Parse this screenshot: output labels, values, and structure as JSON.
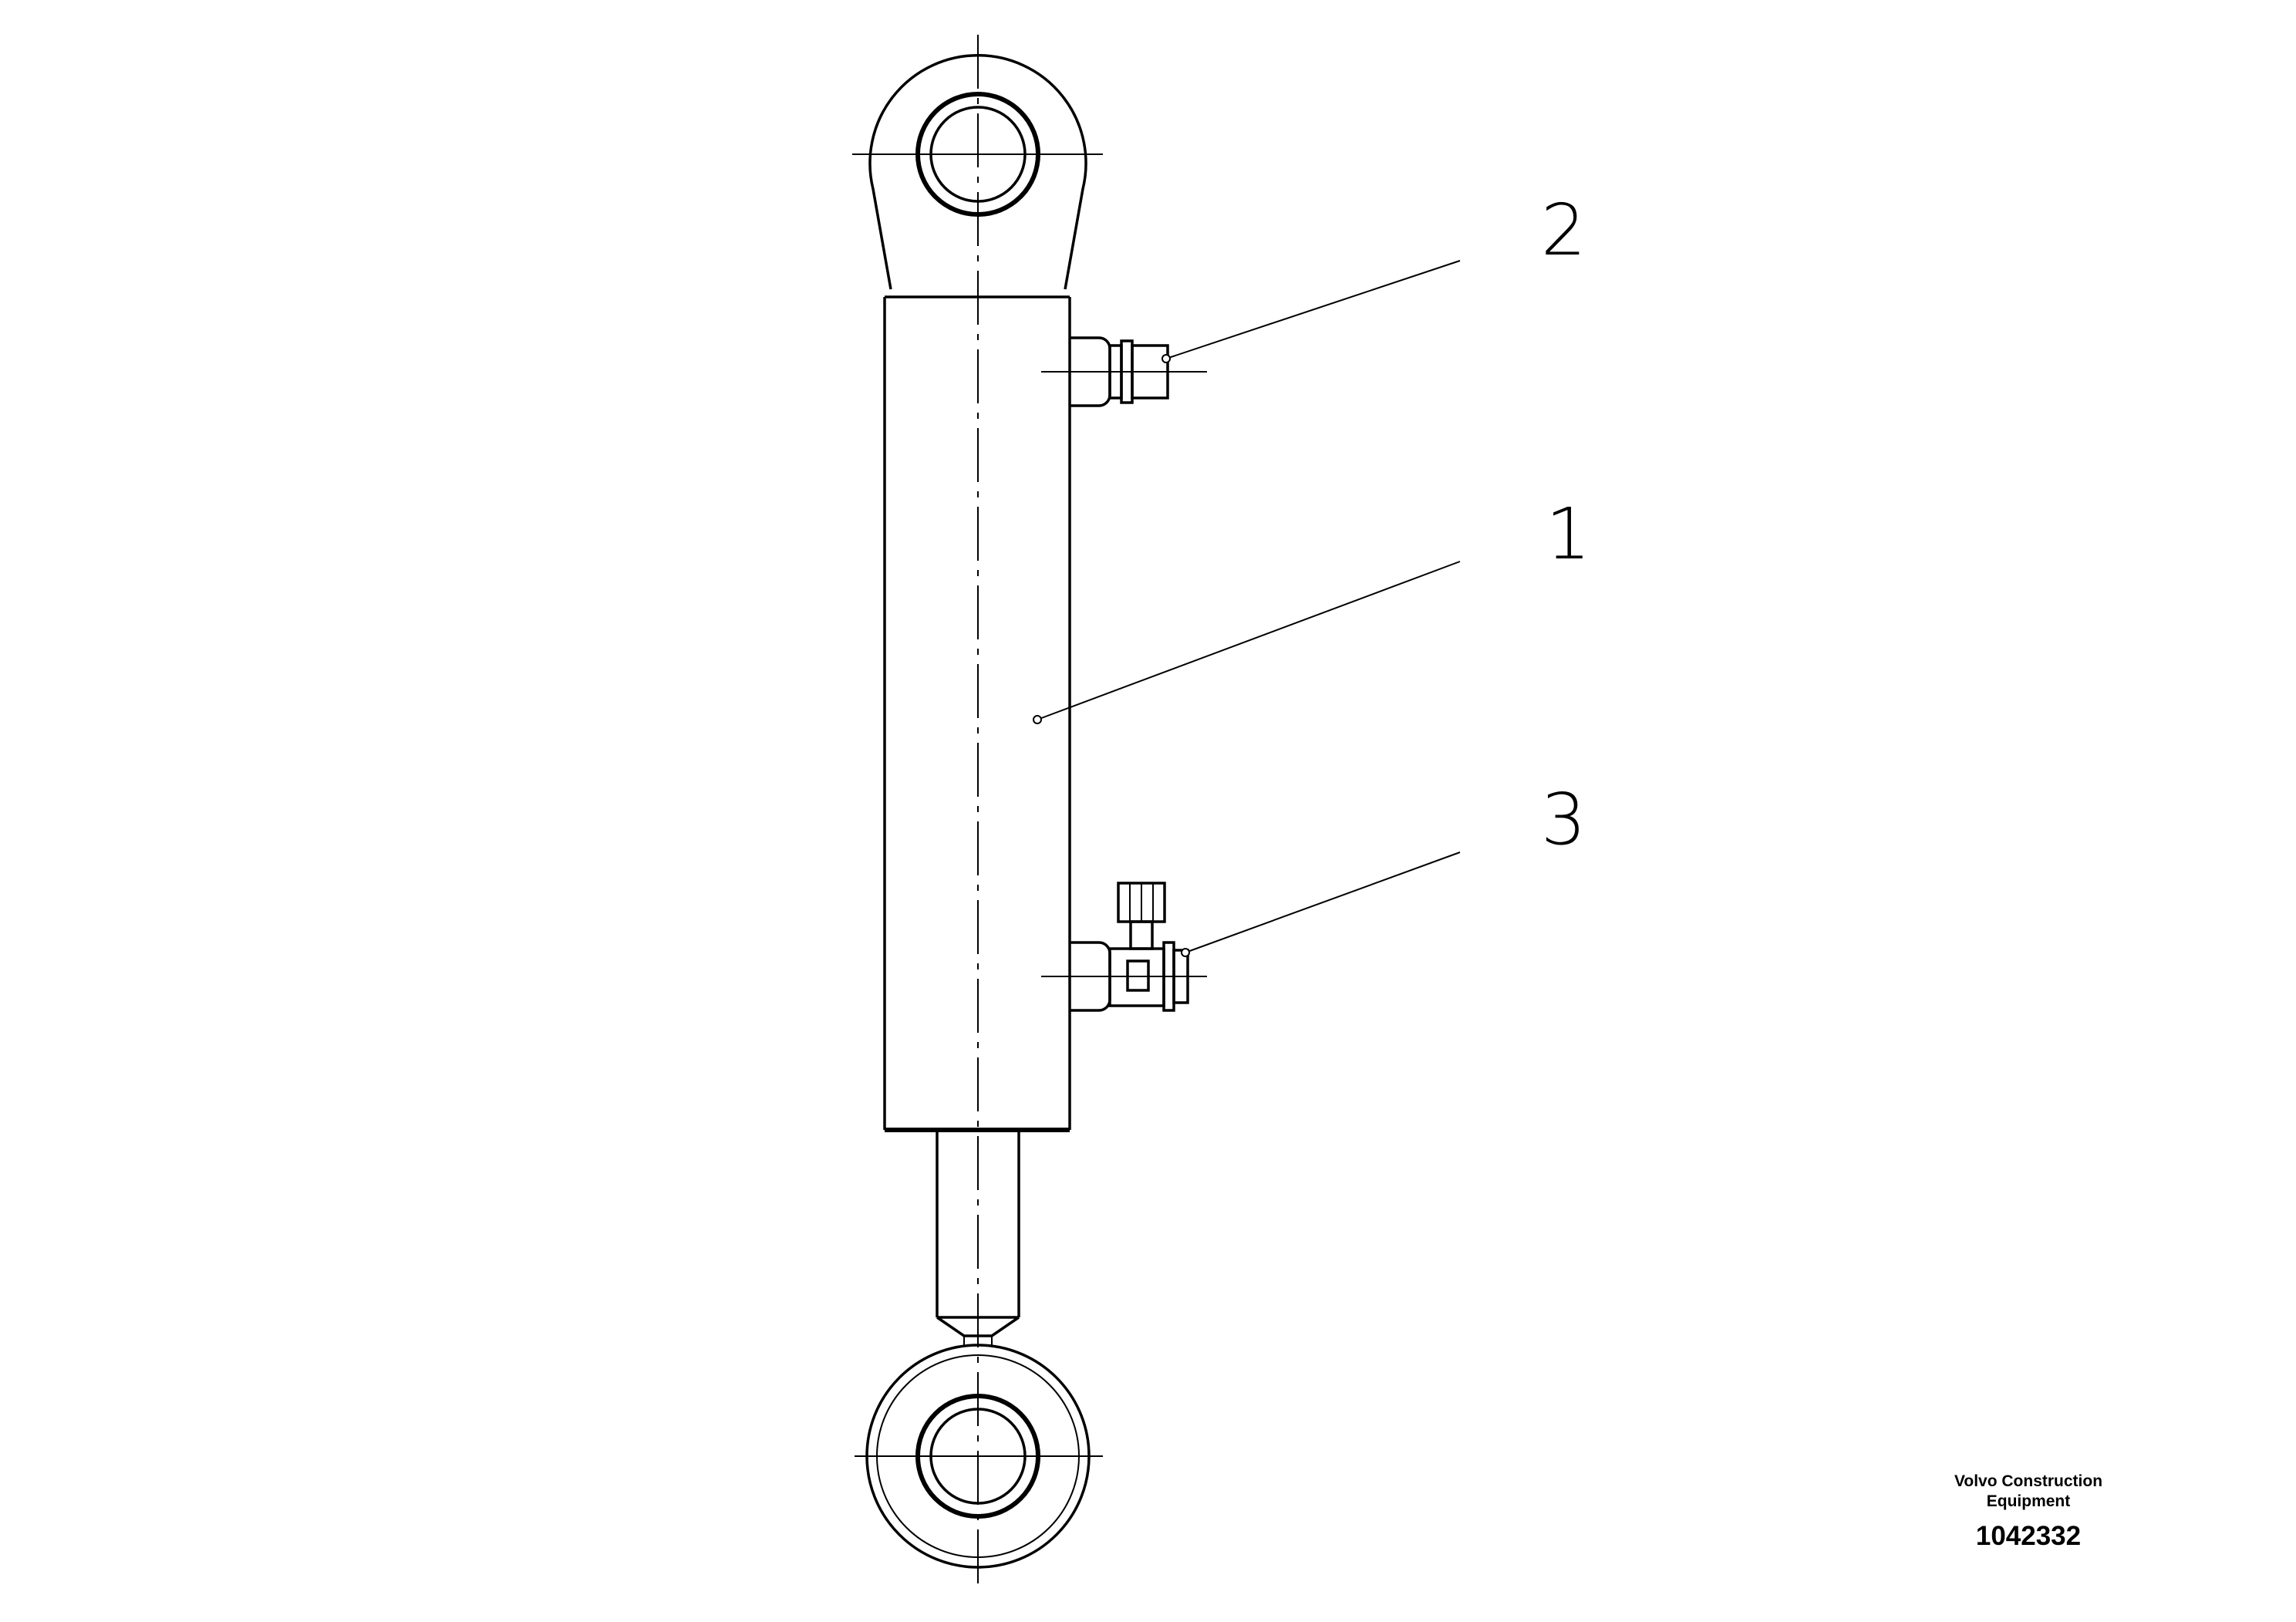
{
  "callouts": [
    {
      "id": "1",
      "label": "1"
    },
    {
      "id": "2",
      "label": "2"
    },
    {
      "id": "3",
      "label": "3"
    }
  ],
  "caption": {
    "company_line1": "Volvo Construction",
    "company_line2": "Equipment",
    "drawing_number": "1042332"
  }
}
